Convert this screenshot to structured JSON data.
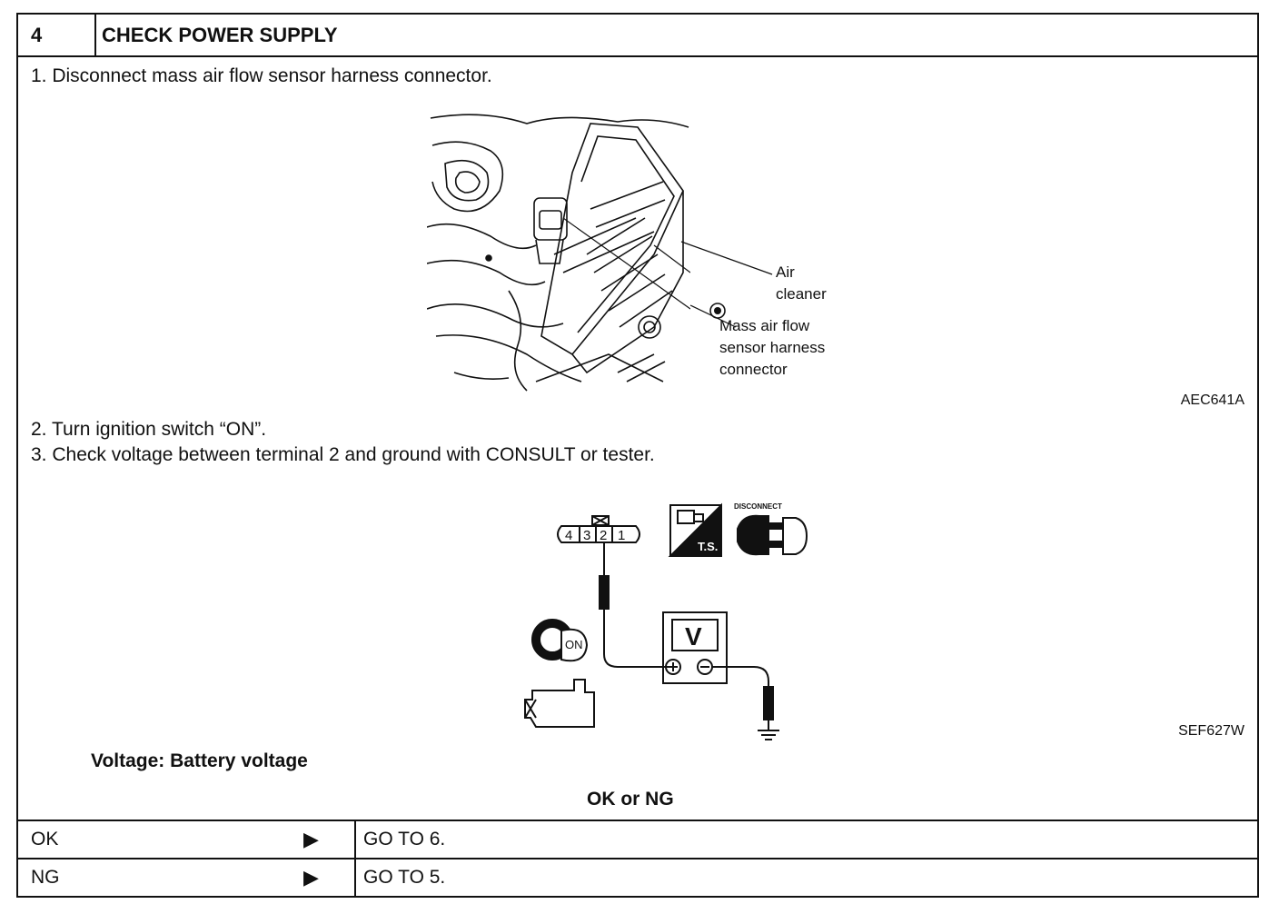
{
  "step": {
    "number": "4",
    "title": "CHECK POWER SUPPLY"
  },
  "instructions": [
    "1.  Disconnect mass air flow sensor harness connector.",
    "2.  Turn ignition switch “ON”.",
    "3.  Check voltage between terminal 2 and ground with CONSULT or tester."
  ],
  "figure1": {
    "code": "AEC641A",
    "callouts": {
      "air_cleaner": [
        "Air",
        "cleaner"
      ],
      "maf_connector": [
        "Mass air flow",
        "sensor harness",
        "connector"
      ]
    }
  },
  "figure2": {
    "code": "SEF627W",
    "connector_terminals": [
      "4",
      "3",
      "2",
      "1"
    ],
    "meter_label": "V",
    "ts_label": "T.S.",
    "disconnect_label": "DISCONNECT",
    "key_label": "ON"
  },
  "spec": "Voltage: Battery voltage",
  "decision": "OK or NG",
  "results": [
    {
      "label": "OK",
      "arrow": "▶",
      "action": "GO TO 6."
    },
    {
      "label": "NG",
      "arrow": "▶",
      "action": "GO TO 5."
    }
  ]
}
